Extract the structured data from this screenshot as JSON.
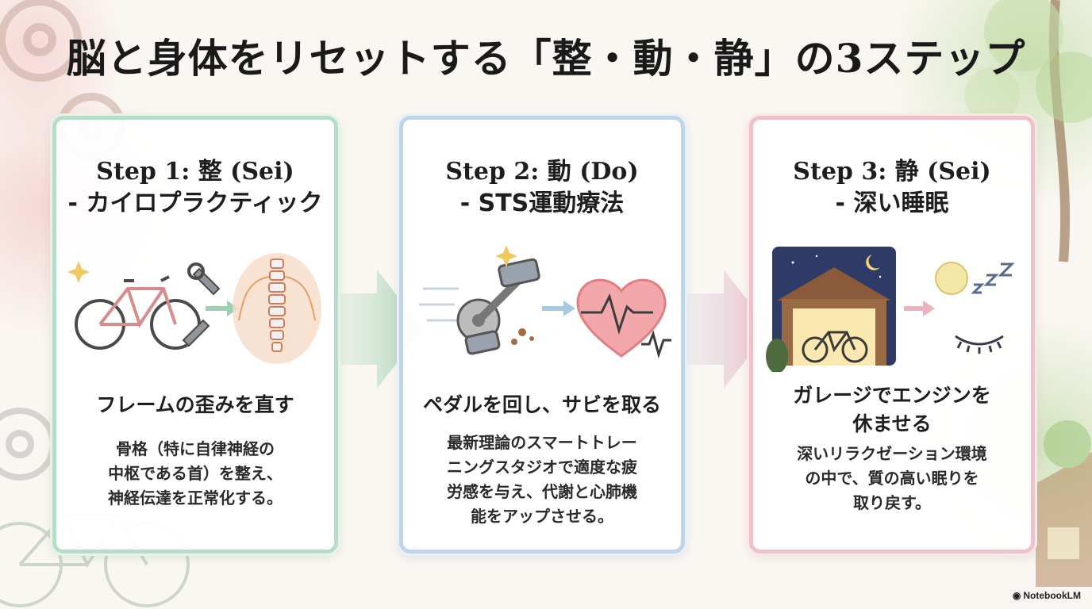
{
  "title": "脳と身体をリセットする「整・動・静」の3ステップ",
  "steps": [
    {
      "title_line1": "Step 1: 整 (Sei)",
      "title_line2": "- カイロプラクティック",
      "subhead": [
        "フレームの歪みを直す"
      ],
      "body": [
        "骨格（特に自律神経の",
        "中枢である首）を整え、",
        "神経伝達を正常化する。"
      ],
      "accent": "#b9dcc6"
    },
    {
      "title_line1": "Step 2: 動 (Do)",
      "title_line2": "- STS運動療法",
      "subhead": [
        "ペダルを回し、サビを取る"
      ],
      "body": [
        "最新理論のスマートトレー",
        "ニングスタジオで適度な疲",
        "労感を与え、代謝と心肺機",
        "能をアップさせる。"
      ],
      "accent": "#bfd4e8"
    },
    {
      "title_line1": "Step 3: 静 (Sei)",
      "title_line2": "- 深い睡眠",
      "subhead": [
        "ガレージでエンジンを",
        "休ませる"
      ],
      "body": [
        "深いリラクゼーション環境",
        "の中で、質の高い眠りを",
        "取り戻す。"
      ],
      "accent": "#eec2c8"
    }
  ],
  "badge": "NotebookLM",
  "icons": [
    "bicycle-icon",
    "wrench-icon",
    "spine-icon",
    "pedal-icon",
    "heart-pulse-icon",
    "garage-icon",
    "moon-icon",
    "sleeping-eye-icon"
  ]
}
